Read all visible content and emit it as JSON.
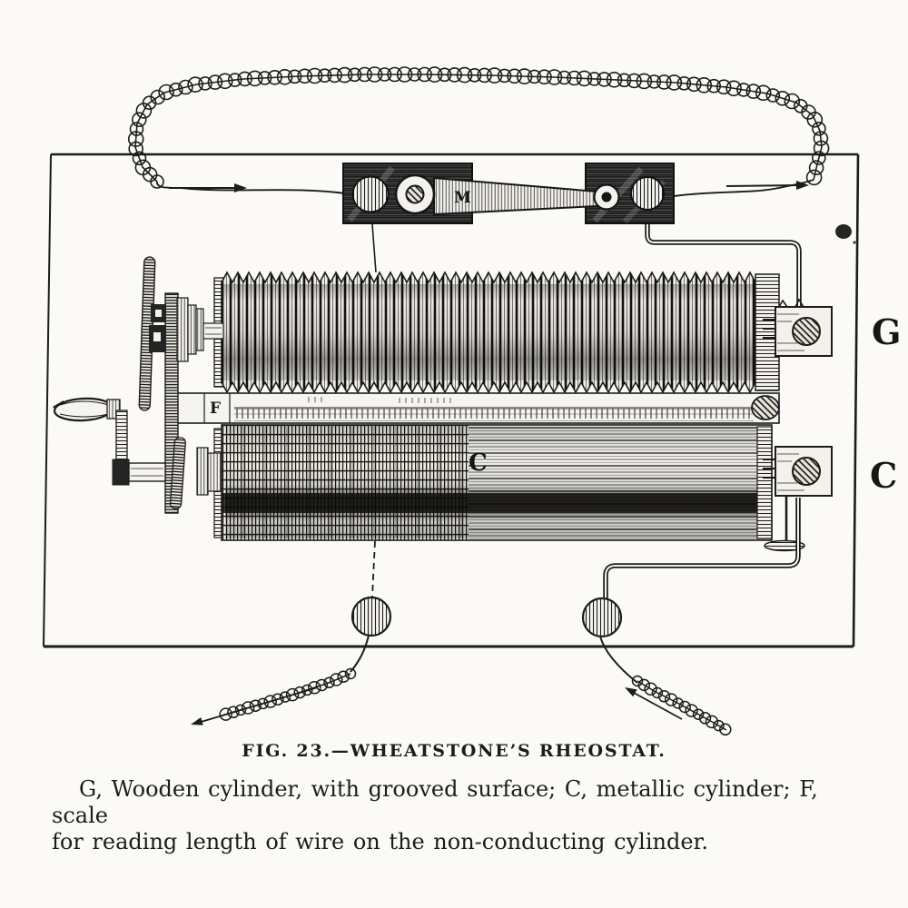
{
  "figure": {
    "caption": "FIG. 23.—WHEATSTONE’S RHEOSTAT.",
    "description": {
      "line1": "G, Wooden cylinder, with grooved surface; C, metallic cylinder; F, scale",
      "line2": "for reading length of wire on the non-conducting cylinder."
    },
    "labels": {
      "wooden_cylinder": "G",
      "metallic_cylinder": "C",
      "cylinder_surface": "C",
      "scale": "F",
      "crossbar": "M"
    },
    "colors": {
      "ink": "#1c1c1c",
      "paper": "#fbfaf7"
    }
  }
}
